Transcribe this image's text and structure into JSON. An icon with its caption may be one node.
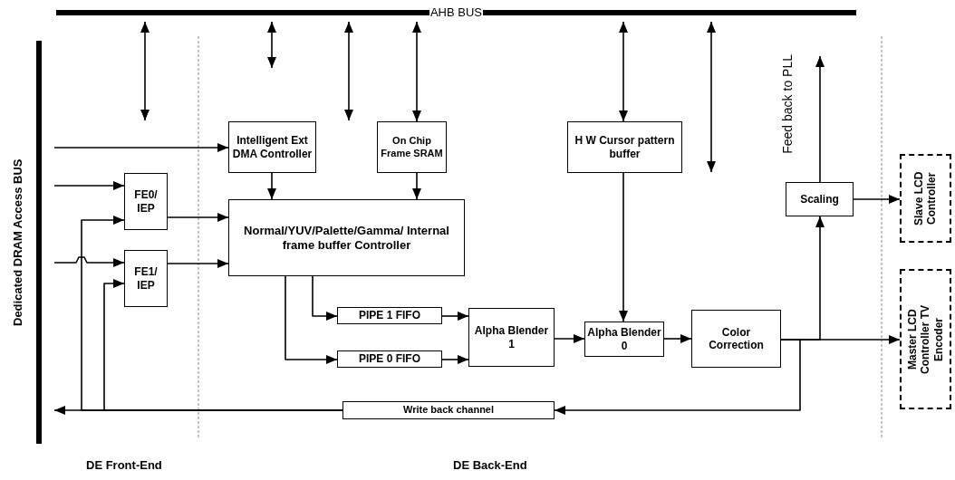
{
  "diagram": {
    "nodes": [
      {
        "text": [
          "AHB BUS"
        ]
      },
      {
        "text": [
          "Dedicated DRAM Access BUS"
        ]
      },
      {
        "text": [
          "Intelligent Ext DMA Controller"
        ]
      },
      {
        "text": [
          "On Chip Frame SRAM"
        ]
      },
      {
        "text": [
          "FE0/ IEP"
        ]
      },
      {
        "text": [
          "FE1/ IEP"
        ]
      },
      {
        "text": [
          "Normal/YUV/Palette/Gamma/ Internal frame buffer Controller"
        ]
      },
      {
        "text": [
          "H W Cursor pattern buffer"
        ]
      },
      {
        "text": [
          "PIPE 1 FIFO"
        ]
      },
      {
        "text": [
          "PIPE 0 FIFO"
        ]
      },
      {
        "text": [
          "Alpha Blender 1"
        ]
      },
      {
        "text": [
          "Alpha Blender 0"
        ]
      },
      {
        "text": [
          "Color Correction"
        ]
      },
      {
        "text": [
          "Scaling"
        ]
      },
      {
        "text": [
          "Slave LCD Controller"
        ]
      },
      {
        "text": [
          "Master LCD Controller TV Encoder"
        ]
      },
      {
        "text": [
          "Write back channel"
        ]
      }
    ],
    "edges": [
      {
        "from": 0,
        "to": null,
        "arrow": "both"
      },
      {
        "from": 0,
        "to": null,
        "arrow": "both"
      },
      {
        "from": 0,
        "to": null,
        "arrow": "both"
      },
      {
        "from": 0,
        "to": 3,
        "arrow": "both"
      },
      {
        "from": 0,
        "to": 7,
        "arrow": "both"
      },
      {
        "from": 0,
        "to": null,
        "arrow": "both"
      },
      {
        "from": 1,
        "to": 2,
        "arrow": "to"
      },
      {
        "from": 1,
        "to": 4,
        "arrow": "to"
      },
      {
        "from": 1,
        "to": 5,
        "arrow": "to"
      },
      {
        "from": 16,
        "to": 1,
        "arrow": "to"
      },
      {
        "from": 16,
        "to": 4,
        "arrow": "to"
      },
      {
        "from": 16,
        "to": 5,
        "arrow": "to"
      },
      {
        "from": 2,
        "to": 6,
        "arrow": "to"
      },
      {
        "from": 3,
        "to": 6,
        "arrow": "to"
      },
      {
        "from": 4,
        "to": 6,
        "arrow": "to"
      },
      {
        "from": 5,
        "to": 6,
        "arrow": "to"
      },
      {
        "from": 6,
        "to": 8,
        "arrow": "to"
      },
      {
        "from": 6,
        "to": 9,
        "arrow": "to"
      },
      {
        "from": 8,
        "to": 10,
        "arrow": "to"
      },
      {
        "from": 9,
        "to": 10,
        "arrow": "to"
      },
      {
        "from": 10,
        "to": 11,
        "arrow": "to"
      },
      {
        "from": 7,
        "to": 11,
        "arrow": "to"
      },
      {
        "from": 11,
        "to": 12,
        "arrow": "to"
      },
      {
        "from": 12,
        "to": 15,
        "arrow": "to"
      },
      {
        "from": 12,
        "to": 13,
        "arrow": "to"
      },
      {
        "from": 12,
        "to": 16,
        "arrow": "to"
      },
      {
        "from": 13,
        "to": 14,
        "arrow": "to"
      },
      {
        "from": 13,
        "to": null,
        "arrow": "to",
        "label": "Feed back to PLL"
      }
    ],
    "labels": [
      "DE Front-End",
      "DE Back-End"
    ]
  }
}
